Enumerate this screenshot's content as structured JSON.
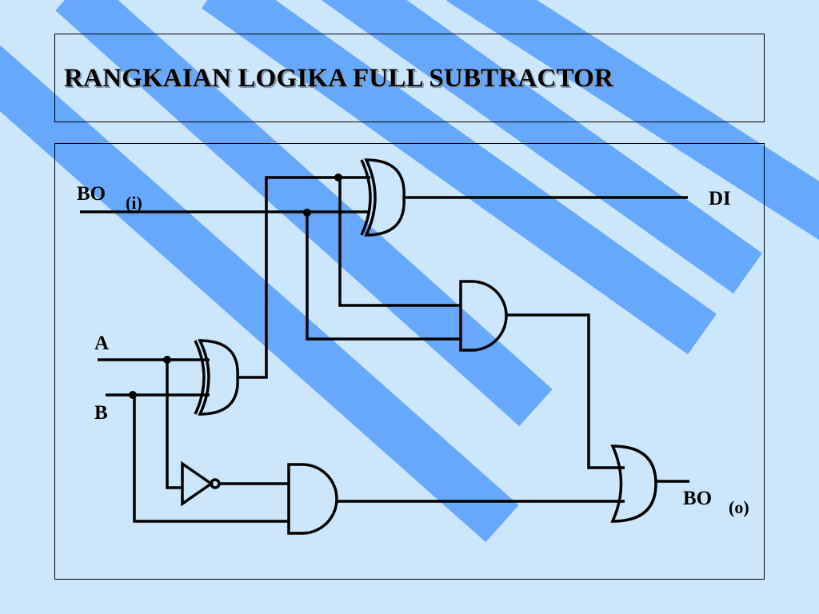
{
  "title": "RANGKAIAN LOGIKA FULL SUBTRACTOR",
  "colors": {
    "background": "#cce6fc",
    "stripe": "#66a8fb",
    "line": "#000000"
  },
  "labels": {
    "borrow_in": "BO",
    "borrow_in_sub": "(i)",
    "input_a": "A",
    "input_b": "B",
    "difference_out": "DI",
    "borrow_out": "BO",
    "borrow_out_sub": "(o)"
  }
}
